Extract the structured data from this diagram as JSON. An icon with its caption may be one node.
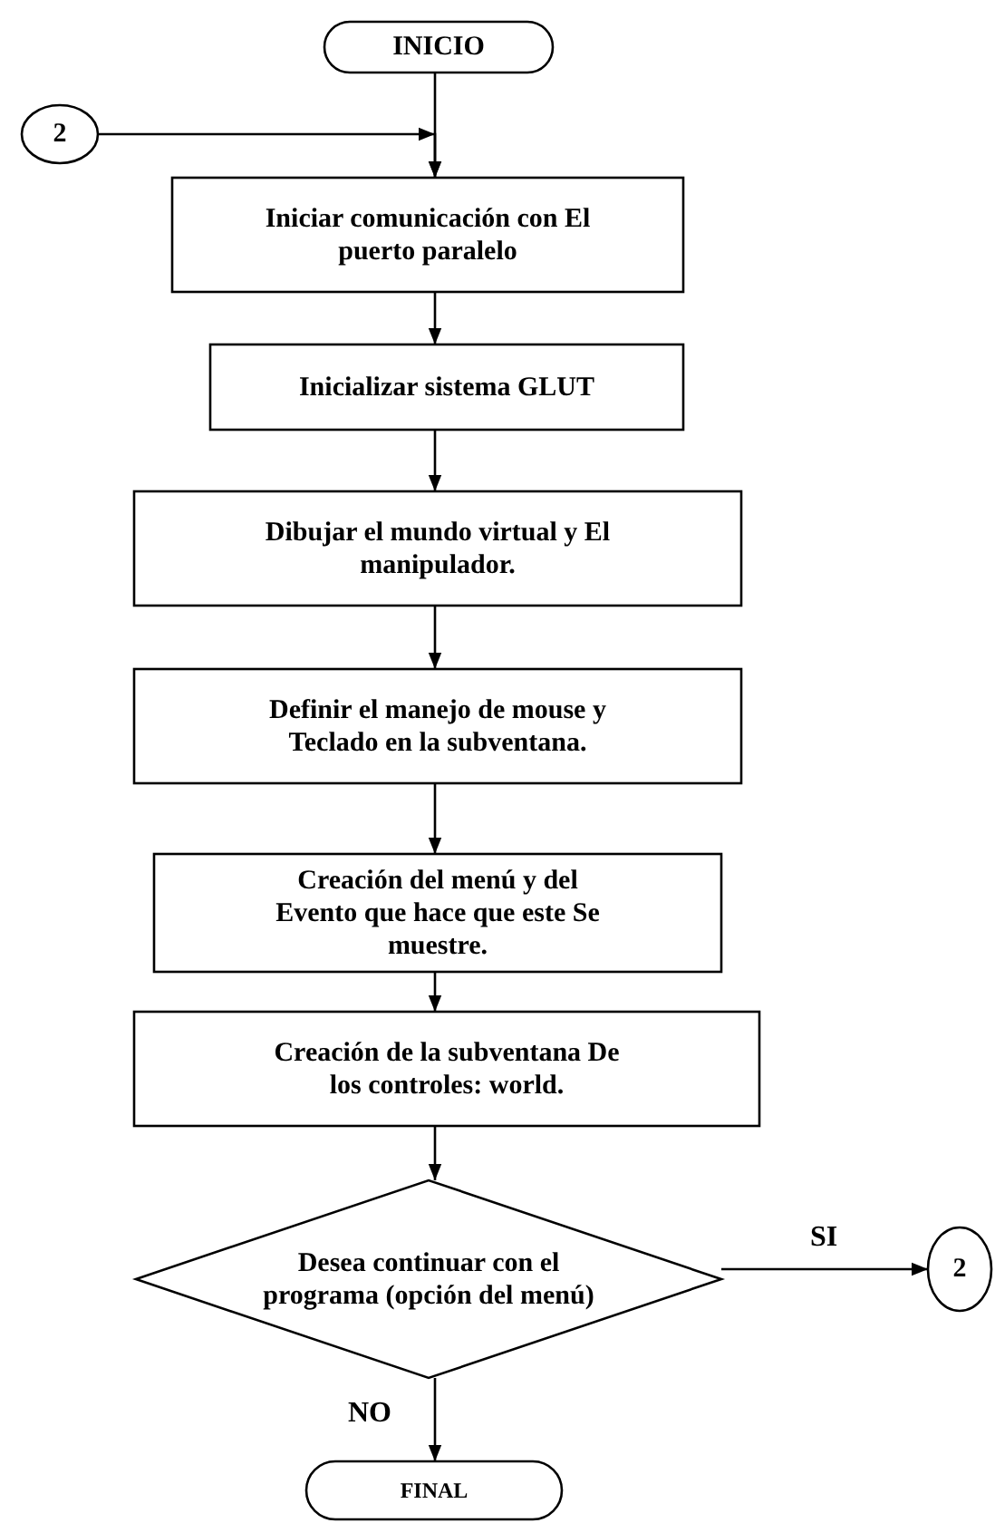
{
  "diagram": {
    "nodes": [
      {
        "text": [
          "INICIO"
        ]
      },
      {
        "text": [
          "2"
        ]
      },
      {
        "text": [
          "Iniciar comunicación con El puerto paralelo"
        ]
      },
      {
        "text": [
          "Inicializar sistema GLUT"
        ]
      },
      {
        "text": [
          "Dibujar el mundo virtual y El manipulador."
        ]
      },
      {
        "text": [
          "Definir el manejo de mouse y Teclado en la subventana."
        ]
      },
      {
        "text": [
          "Creación del menú y del Evento que hace que este Se muestre."
        ]
      },
      {
        "text": [
          "Creación de la subventana De los controles: world."
        ]
      },
      {
        "text": [
          "Desea continuar con el programa (opción del menú)"
        ]
      },
      {
        "text": [
          "2"
        ]
      },
      {
        "text": [
          "FINAL"
        ]
      }
    ],
    "edges": [
      {
        "from": 0,
        "to": 2,
        "arrow": "to"
      },
      {
        "from": 1,
        "to": 2,
        "arrow": "to"
      },
      {
        "from": 2,
        "to": 3,
        "arrow": "to"
      },
      {
        "from": 3,
        "to": 4,
        "arrow": "to"
      },
      {
        "from": 4,
        "to": 5,
        "arrow": "to"
      },
      {
        "from": 5,
        "to": 6,
        "arrow": "to"
      },
      {
        "from": 6,
        "to": 7,
        "arrow": "to"
      },
      {
        "from": 7,
        "to": 8,
        "arrow": "to"
      },
      {
        "from": 8,
        "to": 9,
        "arrow": "to",
        "label": "SI"
      },
      {
        "from": 8,
        "to": 10,
        "arrow": "to",
        "label": "NO"
      }
    ]
  }
}
